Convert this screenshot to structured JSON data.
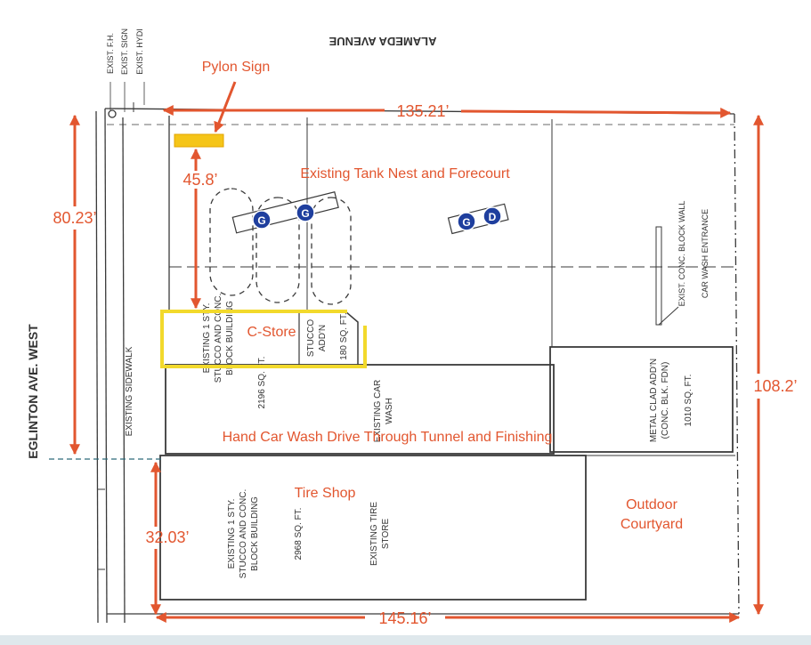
{
  "colors": {
    "annotation": "#e2562f",
    "linework": "#3a3a3a",
    "cstore_outline": "#f2d92c",
    "pylon_fill": "#f5c518",
    "pump_fill": "#1f3f9e",
    "bottom_strip": "#dfe8ec"
  },
  "street_labels": {
    "alameda": "ALAMEDA AVENUE",
    "eglinton": "EGLINTON AVE. WEST",
    "existing_sidewalk": "EXISTING SIDEWALK"
  },
  "corner_labels": {
    "fh": "EXIST. F.H.",
    "sign": "EXIST. SIGN",
    "hydro": "EXIST. HYDI"
  },
  "annotations": {
    "pylon_sign": "Pylon Sign",
    "tank_nest": "Existing Tank Nest and Forecourt",
    "cstore": "C-Store",
    "car_wash": "Hand Car Wash Drive Through Tunnel and Finishing",
    "tire_shop": "Tire Shop",
    "courtyard_line1": "Outdoor",
    "courtyard_line2": "Courtyard"
  },
  "dimensions": {
    "top": "135.21’",
    "left_height": "80.23’",
    "sign_setback": "45.8’",
    "right_height": "108.2’",
    "lower_left": "32.03’",
    "bottom": "145.16’"
  },
  "pumps": {
    "p1": "G",
    "p2": "G",
    "p3": "G",
    "p4": "D"
  },
  "plan_labels": {
    "cstore_bldg": [
      "EXISTING 1 STY.",
      "STUCCO AND CONC.",
      "BLOCK BUILDING"
    ],
    "cstore_area": "2196 SQ. FT.",
    "stucco_addn": [
      "STUCCO",
      "ADD'N"
    ],
    "addn_area": "180 SQ. FT.",
    "existing_carwash": [
      "EXISTING CAR",
      "WASH"
    ],
    "tire_bldg": [
      "EXISTING 1 STY.",
      "STUCCO AND CONC.",
      "BLOCK BUILDING"
    ],
    "tire_area": "2968 SQ. FT.",
    "tire_store": [
      "EXISTING TIRE",
      "STORE"
    ],
    "metal_clad": [
      "METAL CLAD ADD'N",
      "(CONC. BLK. FDN)",
      "1010 SQ. FT."
    ],
    "block_wall": [
      "EXIST. CONC. BLOCK WALL",
      "CAR WASH ENTRANCE"
    ]
  }
}
